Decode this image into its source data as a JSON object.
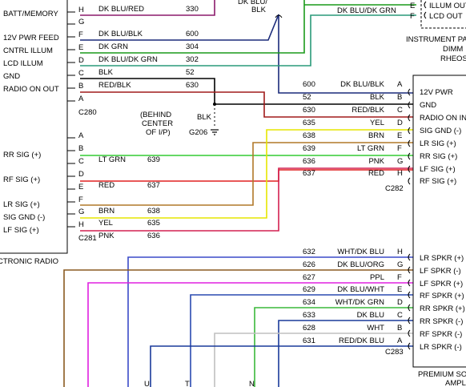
{
  "colors": {
    "dk_blu_red": "#8b1a6b",
    "dk_blu_blk": "#1a2a7a",
    "dk_grn": "#1a9a1a",
    "dk_blu_dk_grn": "#2a9a7a",
    "blk": "#000000",
    "red_blk": "#a01a1a",
    "yel": "#e6e600",
    "brn": "#b07828",
    "lt_grn": "#33cc33",
    "pnk": "#d42050",
    "red": "#e02020",
    "wht_dk_blu": "#3a4ac8",
    "dk_blu_org": "#8a5a20",
    "ppl": "#e020e0",
    "dk_blu_wht": "#2a4ab0",
    "wht_dk_grn": "#3ab83a",
    "dk_blu": "#1a3a9a",
    "wht": "#c0c0c0",
    "red_dk_blu": "#1a3a9a"
  },
  "radio": {
    "title": "CTRONIC RADIO",
    "c280": {
      "name": "C280",
      "pins": [
        {
          "label": "BATT/MEMORY",
          "pin": "H",
          "wire": "DK BLU/RED",
          "circuit": "330",
          "color_key": "dk_blu_red"
        },
        {
          "label": "",
          "pin": "G",
          "wire": "",
          "circuit": ""
        },
        {
          "label": "12V PWR FEED",
          "pin": "F",
          "wire": "DK BLU/BLK",
          "circuit": "600",
          "color_key": "dk_blu_blk"
        },
        {
          "label": "CNTRL ILLUM",
          "pin": "E",
          "wire": "DK GRN",
          "circuit": "304",
          "color_key": "dk_grn"
        },
        {
          "label": "LCD ILLUM",
          "pin": "D",
          "wire": "DK BLU/DK GRN",
          "circuit": "302",
          "color_key": "dk_blu_dk_grn"
        },
        {
          "label": "GND",
          "pin": "C",
          "wire": "BLK",
          "circuit": "52",
          "color_key": "blk"
        },
        {
          "label": "RADIO ON OUT",
          "pin": "B",
          "wire": "RED/BLK",
          "circuit": "630",
          "color_key": "red_blk"
        },
        {
          "label": "",
          "pin": "A",
          "wire": "",
          "circuit": ""
        }
      ]
    },
    "c281": {
      "name": "C281",
      "pins": [
        {
          "label": "",
          "pin": "A",
          "wire": "",
          "circuit": ""
        },
        {
          "label": "RR SIG (+)",
          "pin": "B",
          "wire": "LT GRN",
          "circuit": "639",
          "color_key": "lt_grn"
        },
        {
          "label": "",
          "pin": "C",
          "wire": "",
          "circuit": ""
        },
        {
          "label": "RF SIG (+)",
          "pin": "D",
          "wire": "RED",
          "circuit": "637",
          "color_key": "red"
        },
        {
          "label": "",
          "pin": "E",
          "wire": "",
          "circuit": ""
        },
        {
          "label": "",
          "pin": "F",
          "wire": "BRN",
          "circuit": "638",
          "color_key": "brn"
        },
        {
          "label": "LR SIG (+)",
          "pin": "G",
          "wire": "YEL",
          "circuit": "635",
          "color_key": "yel"
        },
        {
          "label": "SIG GND (-)",
          "pin": "",
          "wire": "",
          "circuit": ""
        },
        {
          "label": "LF SIG (+)",
          "pin": "H",
          "wire": "PNK",
          "circuit": "636",
          "color_key": "pnk"
        }
      ]
    }
  },
  "ground_note": {
    "line1": "(BEHIND",
    "line2": "CENTER",
    "line3": "OF I/P)",
    "ground": "G206",
    "wire": "BLK"
  },
  "top_wire": {
    "label_1": "DK BLU/",
    "label_2": "BLK"
  },
  "instrument_panel": {
    "c_pins": [
      {
        "pin": "E",
        "label": "ILLUM OUT"
      },
      {
        "pin": "F",
        "label": "LCD OUT"
      }
    ],
    "wire_label": "DK BLU/DK GRN",
    "title_1": "INSTRUMENT PA",
    "title_2": "DIMM",
    "title_3": "RHEOS"
  },
  "amp": {
    "title_1": "PREMIUM SO",
    "title_2": "AMPL",
    "c282": {
      "name": "C282",
      "rows": [
        {
          "circuit": "600",
          "wire": "DK BLU/BLK",
          "pin": "A",
          "label": "12V PWR"
        },
        {
          "circuit": "52",
          "wire": "BLK",
          "pin": "B",
          "label": "GND"
        },
        {
          "circuit": "630",
          "wire": "RED/BLK",
          "pin": "C",
          "label": "RADIO ON IN"
        },
        {
          "circuit": "635",
          "wire": "YEL",
          "pin": "D",
          "label": "SIG GND (-)"
        },
        {
          "circuit": "638",
          "wire": "BRN",
          "pin": "E",
          "label": "LR SIG (+)"
        },
        {
          "circuit": "639",
          "wire": "LT GRN",
          "pin": "F",
          "label": "RR SIG (+)"
        },
        {
          "circuit": "636",
          "wire": "PNK",
          "pin": "G",
          "label": "LF SIG (+)"
        },
        {
          "circuit": "637",
          "wire": "RED",
          "pin": "H",
          "label": "RF SIG (+)"
        }
      ]
    },
    "c283": {
      "name": "C283",
      "rows": [
        {
          "circuit": "632",
          "wire": "WHT/DK BLU",
          "pin": "H",
          "label": "LR SPKR (+)",
          "color_key": "wht_dk_blu"
        },
        {
          "circuit": "626",
          "wire": "DK BLU/ORG",
          "pin": "G",
          "label": "LF SPKR (-)",
          "color_key": "dk_blu_org"
        },
        {
          "circuit": "627",
          "wire": "PPL",
          "pin": "F",
          "label": "LF SPKR (+)",
          "color_key": "ppl"
        },
        {
          "circuit": "629",
          "wire": "DK BLU/WHT",
          "pin": "E",
          "label": "RF SPKR (+)",
          "color_key": "dk_blu_wht"
        },
        {
          "circuit": "634",
          "wire": "WHT/DK GRN",
          "pin": "D",
          "label": "RR SPKR (+)",
          "color_key": "wht_dk_grn"
        },
        {
          "circuit": "633",
          "wire": "DK BLU",
          "pin": "C",
          "label": "RR SPKR (-)",
          "color_key": "dk_blu"
        },
        {
          "circuit": "628",
          "wire": "WHT",
          "pin": "B",
          "label": "RF SPKR (-)",
          "color_key": "wht"
        },
        {
          "circuit": "631",
          "wire": "RED/DK BLU",
          "pin": "A",
          "label": "LR SPKR (-)",
          "color_key": "red_dk_blu"
        }
      ]
    }
  },
  "bottom_letters": [
    "U",
    "T",
    "N"
  ]
}
